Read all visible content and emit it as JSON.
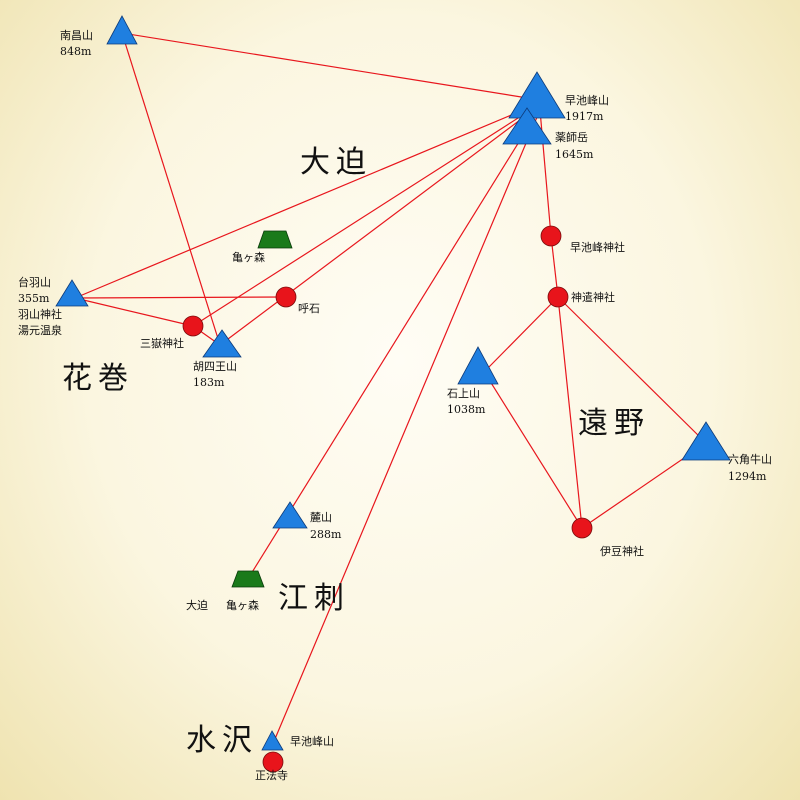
{
  "regions": {
    "osako": "大迫",
    "hanamaki": "花巻",
    "tono": "遠野",
    "esashi": "江刺",
    "mizusawa": "水沢"
  },
  "peaks": {
    "nanshozan": {
      "name": "南昌山",
      "elev": "848m"
    },
    "hayachine": {
      "name": "早池峰山",
      "elev": "1917m"
    },
    "yakushi": {
      "name": "薬師岳",
      "elev": "1645m"
    },
    "taiuzan": {
      "name": "台羽山",
      "elev": "355m",
      "note1": "羽山神社",
      "note2": "湯元温泉"
    },
    "koshioji": {
      "name": "胡四王山",
      "elev": "183m"
    },
    "ishigami": {
      "name": "石上山",
      "elev": "1038m"
    },
    "rokkoushi": {
      "name": "六角牛山",
      "elev": "1294m"
    },
    "fumoto": {
      "name": "麓山",
      "elev": "288m"
    },
    "hayachine_small": {
      "name": "早池峰山"
    }
  },
  "shrines": {
    "hayachine_jinja": "早池峰神社",
    "shinzou_jinja": "神遣神社",
    "yobiishi": "呼石",
    "sangaku_jinja": "三嶽神社",
    "izu_jinja": "伊豆神社",
    "shohoji": "正法寺"
  },
  "mounds": {
    "kamegamori_upper": "亀ヶ森",
    "osako_label": "大迫",
    "kamegamori_lower": "亀ヶ森"
  },
  "colors": {
    "peak": "#1f7fe0",
    "shrine": "#e8141b",
    "mound": "#1a7a1a",
    "route": "#e8161d"
  }
}
